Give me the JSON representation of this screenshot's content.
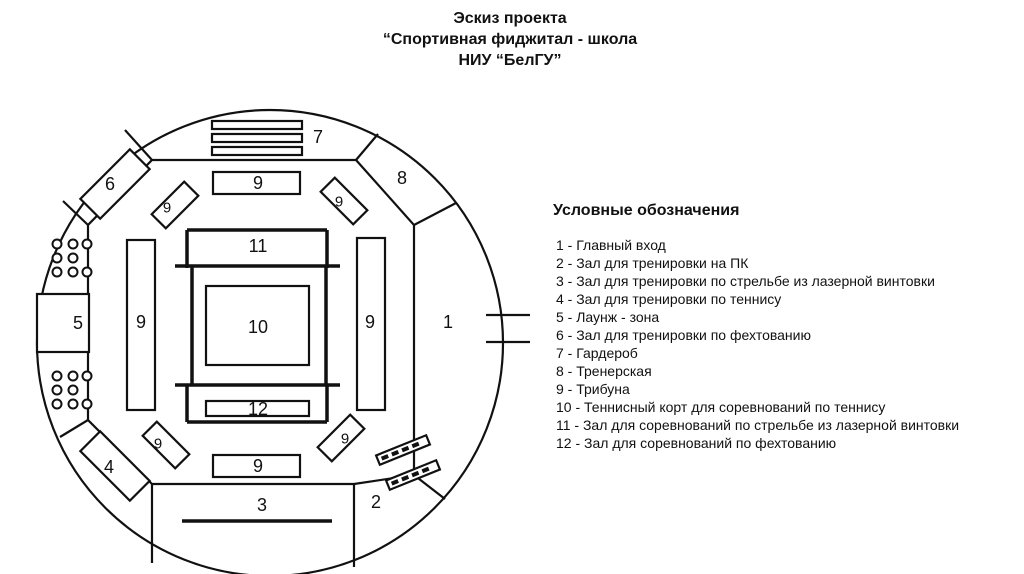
{
  "title": {
    "line1": "Эскиз проекта",
    "line2": "“Спортивная фиджитал - школа",
    "line3": "НИУ “БелГУ”"
  },
  "plan": {
    "labels": {
      "entrance": "1",
      "pc_hall": "2",
      "laser_training": "3",
      "tennis_training": "4",
      "lounge": "5",
      "fencing_training": "6",
      "wardrobe": "7",
      "coach_room": "8",
      "stand": "9",
      "tennis_court": "10",
      "laser_competition": "11",
      "fencing_competition": "12"
    }
  },
  "legend": {
    "title": "Условные обозначения",
    "items": [
      "1 - Главный вход",
      "2 - Зал для тренировки на ПК",
      "3 - Зал для тренировки по стрельбе из лазерной винтовки",
      "4 - Зал для тренировки по теннису",
      "5 - Лаунж - зона",
      "6 - Зал для тренировки по фехтованию",
      "7 - Гардероб",
      "8 - Тренерская",
      "9 - Трибуна",
      "10 - Теннисный корт для соревнований по теннису",
      "11 - Зал для соревнований по стрельбе из лазерной винтовки",
      "12 - Зал для соревнований по фехтованию"
    ]
  }
}
